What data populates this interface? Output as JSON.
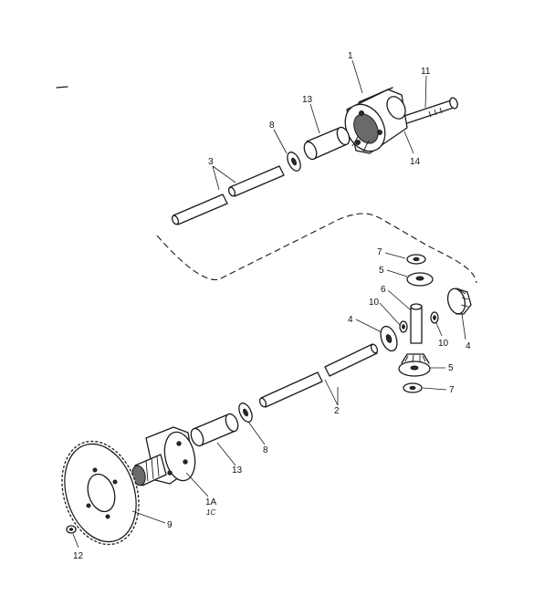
{
  "labels": {
    "l1": "1",
    "l11": "11",
    "l13_top": "13",
    "l14": "14",
    "l8_top": "8",
    "l3": "3",
    "l7_top": "7",
    "l5_top": "5",
    "l6": "6",
    "l10_left": "10",
    "l4_left": "4",
    "l10_right": "10",
    "l4_right": "4",
    "l5_bottom": "5",
    "l7_bottom": "7",
    "l2": "2",
    "l8_bottom": "8",
    "l13_bottom": "13",
    "l1a": "1A",
    "l1c": "1C",
    "l9": "9",
    "l12": "12"
  },
  "colors": {
    "ink": "#1a1a1a",
    "background": "#ffffff"
  }
}
